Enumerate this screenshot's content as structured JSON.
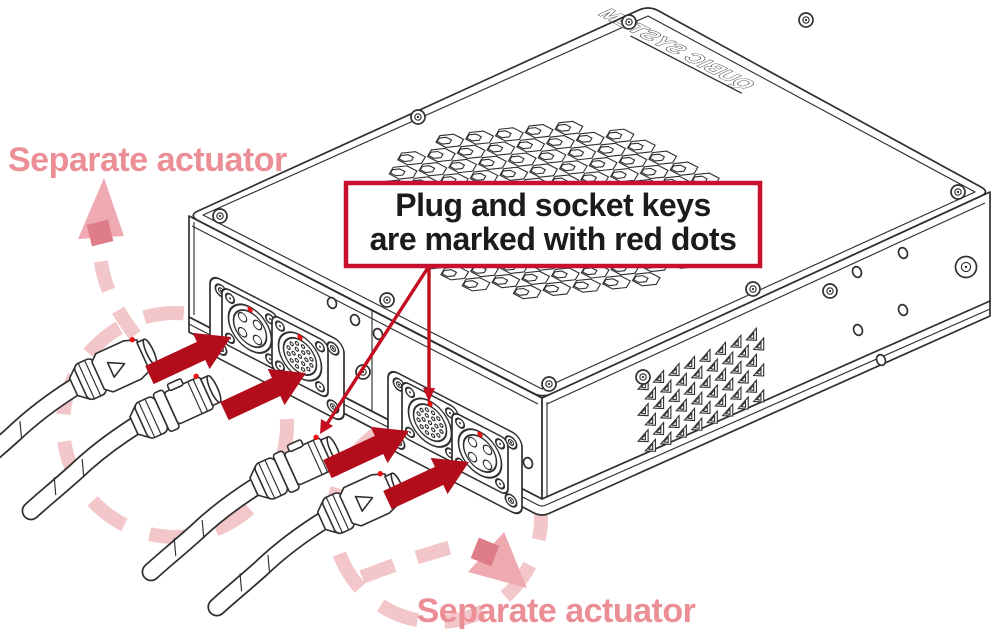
{
  "callout": {
    "line1": "Plug and socket keys",
    "line2": "are marked with red dots"
  },
  "labels": {
    "actuator_top": "Separate actuator",
    "actuator_bottom": "Separate actuator"
  },
  "device": {
    "logo": "QUBIC SYSTEM"
  },
  "icons": {
    "insert_arrows": "red-arrow-icon",
    "curved_guides": "pink-dashed-arrow-icon",
    "key_marks": "red-dot-icon"
  },
  "colors": {
    "accent_red": "#c20e1f",
    "arrow_red": "#b30d1c",
    "callout_border": "#c8102e",
    "dot_red": "#ef1010",
    "pink_text": "#eb8e96",
    "pink_dash": "#f3c6ca",
    "pink_arrow": "#efa9b0",
    "pink_arrow_dark": "#de7c87",
    "line": "#2f2f2f",
    "background": "#ffffff"
  }
}
